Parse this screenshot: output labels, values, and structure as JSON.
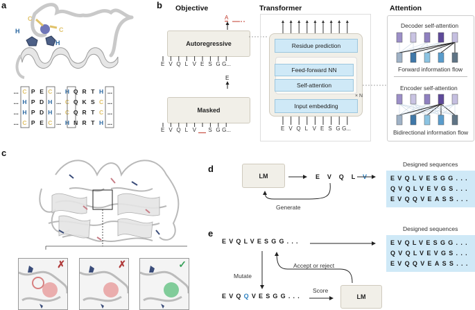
{
  "panels": {
    "a": {
      "label": "a",
      "structure_labels": [
        "C",
        "C",
        "H",
        "H"
      ],
      "alignment": [
        [
          "...",
          "C",
          "P",
          "E",
          "C",
          "...",
          "H",
          "Q",
          "R",
          "T",
          "H",
          "..."
        ],
        [
          "...",
          "H",
          "P",
          "D",
          "H",
          "...",
          "C",
          "Q",
          "K",
          "S",
          "C",
          "..."
        ],
        [
          "...",
          "H",
          "P",
          "D",
          "H",
          "...",
          "C",
          "Q",
          "R",
          "T",
          "C",
          "..."
        ],
        [
          "...",
          "C",
          "P",
          "E",
          "C",
          "...",
          "H",
          "N",
          "R",
          "T",
          "H",
          "..."
        ]
      ]
    },
    "b": {
      "label": "b",
      "objective_title": "Objective",
      "transformer_title": "Transformer",
      "attention_title": "Attention",
      "autoregressive": {
        "label": "Autoregressive",
        "output": "A",
        "input": [
          "E",
          "V",
          "Q",
          "L",
          "V",
          "E",
          "S",
          "G",
          "G..."
        ]
      },
      "masked": {
        "label": "Masked",
        "output": "E",
        "input": [
          "E",
          "V",
          "Q",
          "L",
          "V",
          "_",
          "S",
          "G",
          "G..."
        ]
      },
      "transformer": {
        "blocks": [
          "Residue prediction",
          "Feed-forward NN",
          "Self-attention",
          "Input embedding"
        ],
        "repeat": "× N",
        "input": [
          "E",
          "V",
          "Q",
          "L",
          "V",
          "E",
          "S",
          "G",
          "G..."
        ]
      },
      "attention": {
        "decoder_title": "Decoder self-attention",
        "decoder_caption": "Forward information flow",
        "encoder_title": "Encoder self-attention",
        "encoder_caption": "Bidirectional information flow"
      }
    },
    "c": {
      "label": "c",
      "marks": [
        "✗",
        "✗",
        "✓"
      ]
    },
    "d": {
      "label": "d",
      "lm": "LM",
      "generated_prefix": "E V Q L",
      "generated_new": "V",
      "loop_label": "Generate",
      "designed_title": "Designed sequences",
      "designed": [
        "EVQLVESGG...",
        "QVQLVEVGS...",
        "EVQQVEASS..."
      ]
    },
    "e": {
      "label": "e",
      "start_seq": "EVQLVESGG...",
      "mutated_prefix": "EVQ",
      "mutated_new": "Q",
      "mutated_suffix": "VESGG...",
      "mutate_label": "Mutate",
      "score_label": "Score",
      "accept_label": "Accept or reject",
      "lm": "LM",
      "designed_title": "Designed sequences",
      "designed": [
        "EVQLVESGG...",
        "QVQLVEVGS...",
        "EVQQVEASS..."
      ]
    }
  },
  "colors": {
    "beige": "#f1efe8",
    "light_blue": "#cfe9f7",
    "cys": "#e0c26a",
    "his": "#2a67a0",
    "mask": "#c0392b",
    "reject": "#b03a3a",
    "accept": "#3aa05a"
  }
}
